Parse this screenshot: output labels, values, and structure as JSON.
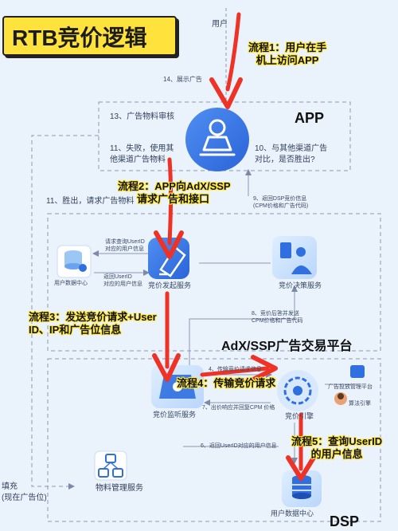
{
  "title": "RTB竞价逻辑",
  "nodes": {
    "user": "用户",
    "app": "APP",
    "platform": "AdX/SSP广告交易平台",
    "dsp": "DSP",
    "bid_initiate": "竞价发起服务",
    "bid_decision": "竞价决策服务",
    "user_data_center_left": "用户数据中心",
    "bid_listener": "竞价监听服务",
    "bid_engine": "竞价引擎",
    "ad_delivery_mgmt": "广告投放管理平台",
    "algo_engine": "算法引擎",
    "material_mgmt": "物料管理服务",
    "user_data_center_dsp": "用户数据中心"
  },
  "edge_labels": {
    "e14": "14、展示广告",
    "e13": "13、广告物料审核",
    "e11a": [
      "11、失败，使用其",
      "他渠道广告物料"
    ],
    "e10": [
      "10、与其他渠道广告",
      "对比，是否胜出?"
    ],
    "e11b": "11、胜出，请求广告物料",
    "e9": [
      "9、返回DSP竞价信息",
      "(CPM价格和广告代码)"
    ],
    "q_user": [
      "请求查询UserID",
      "对应的用户信息"
    ],
    "r_user": [
      "返回UserID",
      "对应的用户信息"
    ],
    "e8": [
      "8、竞价后答并发送",
      "CPM价格和广告代码"
    ],
    "e4": "4、传输竞价请求信息",
    "e7": "7、出价响应并回复CPM 价格",
    "e6": "6、返回UserID对应的用户信息",
    "fill": [
      "填充",
      "(现在广告位)"
    ]
  },
  "callouts": {
    "s1": [
      "流程1：用户在手",
      "机上访问APP"
    ],
    "s2": [
      "流程2：APP向AdX/SSP",
      "请求广告和接口"
    ],
    "s3": [
      "流程3：发送竞价请求+User",
      "ID、IP和广告位信息"
    ],
    "s4": "流程4：传输竞价请求",
    "s5": [
      "流程5：查询UserID",
      "的用户信息"
    ]
  },
  "colors": {
    "background": "#eaf2fb",
    "accent_blue": "#2f6fe0",
    "light_blue": "#8cb8f0",
    "highlight_yellow": "#ffe23c",
    "arrow_red": "#ef3226"
  }
}
